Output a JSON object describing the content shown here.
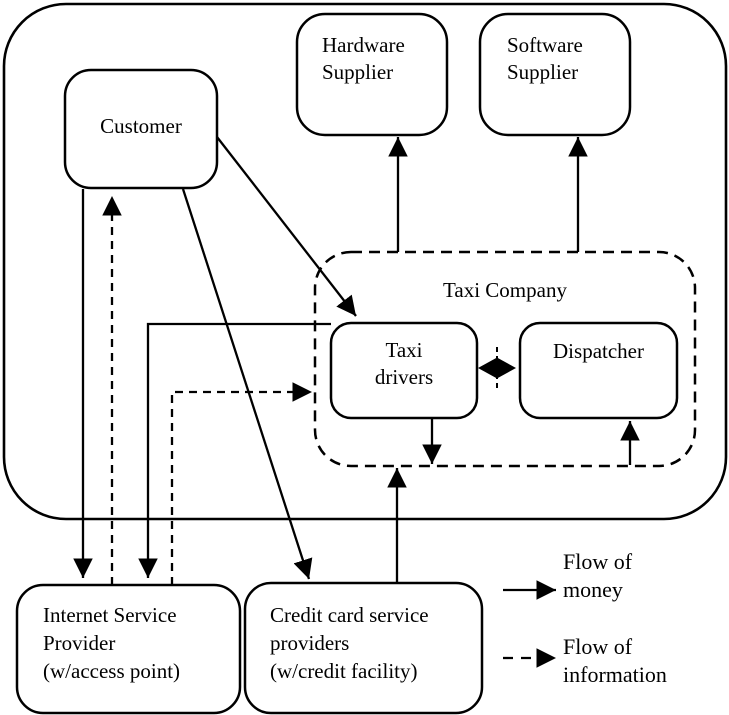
{
  "nodes": {
    "customer": {
      "label": "Customer"
    },
    "hardware_supplier": {
      "line1": "Hardware",
      "line2": "Supplier"
    },
    "software_supplier": {
      "line1": "Software",
      "line2": "Supplier"
    },
    "taxi_company": {
      "label": "Taxi Company"
    },
    "taxi_drivers": {
      "line1": "Taxi",
      "line2": "drivers"
    },
    "dispatcher": {
      "label": "Dispatcher"
    },
    "internet_service_provider": {
      "line1": "Internet Service",
      "line2": "Provider",
      "line3": "(w/access point)"
    },
    "credit_card_service": {
      "line1": "Credit card service",
      "line2": "providers",
      "line3": "(w/credit facility)"
    }
  },
  "legend": {
    "money": {
      "line1": "Flow of",
      "line2": "money"
    },
    "information": {
      "line1": "Flow of",
      "line2": "information"
    }
  },
  "edges": [
    {
      "from": "customer",
      "to": "internet_service_provider",
      "type": "money"
    },
    {
      "from": "internet_service_provider",
      "to": "customer",
      "type": "information"
    },
    {
      "from": "taxi_drivers",
      "to": "internet_service_provider",
      "type": "money"
    },
    {
      "from": "internet_service_provider",
      "to": "taxi_drivers",
      "type": "information"
    },
    {
      "from": "customer",
      "to": "credit_card_service",
      "type": "money"
    },
    {
      "from": "customer",
      "to": "taxi_drivers",
      "type": "money"
    },
    {
      "from": "taxi_company",
      "to": "hardware_supplier",
      "type": "money"
    },
    {
      "from": "taxi_company",
      "to": "software_supplier",
      "type": "money"
    },
    {
      "from": "taxi_drivers",
      "to": "taxi_company_boundary",
      "type": "money"
    },
    {
      "from": "credit_card_service",
      "to": "taxi_company",
      "type": "money"
    },
    {
      "from": "taxi_company_boundary",
      "to": "dispatcher",
      "type": "money"
    },
    {
      "from": "taxi_drivers",
      "to": "dispatcher",
      "type": "money",
      "bidirectional": true
    }
  ],
  "colors": {
    "stroke": "#000000",
    "background": "#ffffff"
  }
}
